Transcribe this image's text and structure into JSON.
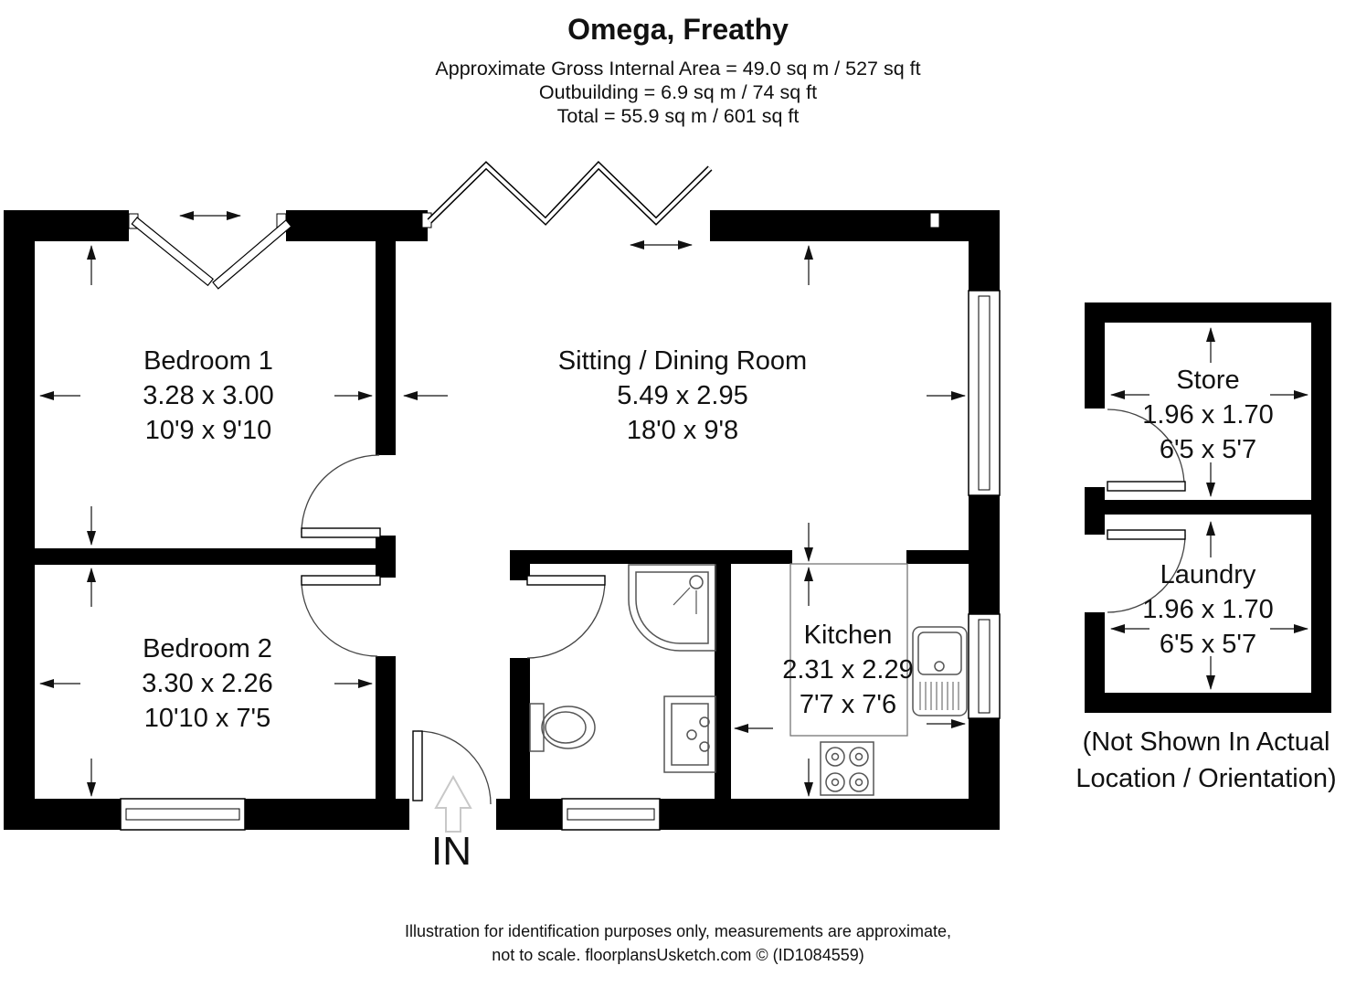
{
  "header": {
    "title": "Omega, Freathy",
    "area_line": "Approximate Gross Internal Area = 49.0 sq m / 527 sq ft",
    "outbuilding_line": "Outbuilding = 6.9 sq m / 74 sq ft",
    "total_line": "Total = 55.9 sq m / 601 sq ft"
  },
  "rooms": {
    "bedroom1": {
      "name": "Bedroom 1",
      "metric": "3.28 x 3.00",
      "imperial": "10'9 x 9'10"
    },
    "sitting": {
      "name": "Sitting / Dining Room",
      "metric": "5.49 x 2.95",
      "imperial": "18'0 x 9'8"
    },
    "bedroom2": {
      "name": "Bedroom 2",
      "metric": "3.30 x 2.26",
      "imperial": "10'10 x 7'5"
    },
    "kitchen": {
      "name": "Kitchen",
      "metric": "2.31 x 2.29",
      "imperial": "7'7 x 7'6"
    },
    "store": {
      "name": "Store",
      "metric": "1.96 x 1.70",
      "imperial": "6'5 x 5'7"
    },
    "laundry": {
      "name": "Laundry",
      "metric": "1.96 x 1.70",
      "imperial": "6'5 x 5'7"
    }
  },
  "entrance": {
    "label": "IN"
  },
  "outbuilding_note": {
    "line1": "(Not Shown In Actual",
    "line2": "Location / Orientation)"
  },
  "footer": {
    "line1": "Illustration for identification purposes only, measurements are approximate,",
    "line2": "not to scale. floorplansUsketch.com © (ID1084559)"
  },
  "colors": {
    "wall": "#000000",
    "background": "#ffffff",
    "fixture_line": "#555555",
    "entry_arrow": "#c8c8c8"
  }
}
